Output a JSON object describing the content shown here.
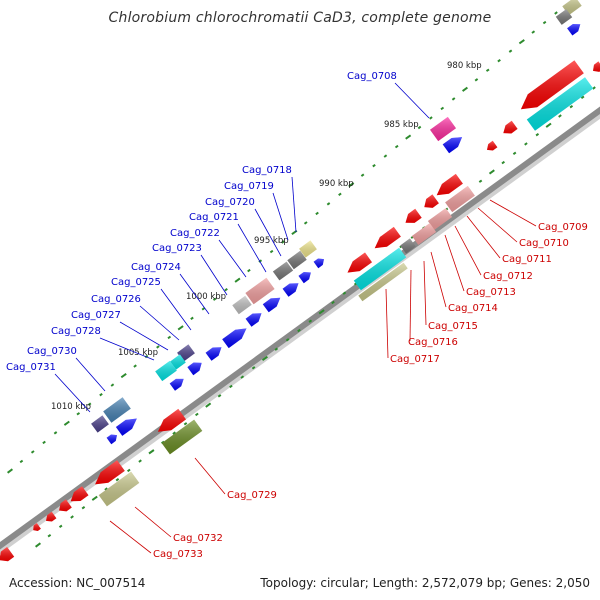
{
  "title": "Chlorobium chlorochromatii CaD3, complete genome",
  "footer": {
    "accession": "Accession: NC_007514",
    "summary": "Topology: circular; Length: 2,572,079 bp; Genes: 2,050"
  },
  "colors": {
    "backbone": "#8a8a8a",
    "red": "#ff0000",
    "blue": "#0000ff",
    "pink": "#f4a0a0",
    "cyan": "#00e5e5",
    "gray": "#777777",
    "lightgray": "#c0c0c0",
    "magenta": "#ff2aa0",
    "olive": "#c8c88a",
    "darkolive": "#6b8e23",
    "purple": "#4a3f8a",
    "steelblue": "#4682b4",
    "khaki": "#f0e68c",
    "label_blue": "#0000cc",
    "label_red": "#cc0000"
  },
  "scale_labels": [
    "980 kbp",
    "985 kbp",
    "990 kbp",
    "995 kbp",
    "1000 kbp",
    "1005 kbp",
    "1010 kbp"
  ],
  "gene_labels_top": [
    "Cag_0708",
    "Cag_0718",
    "Cag_0719",
    "Cag_0720",
    "Cag_0721",
    "Cag_0722",
    "Cag_0723",
    "Cag_0724",
    "Cag_0725",
    "Cag_0726",
    "Cag_0727",
    "Cag_0728",
    "Cag_0730",
    "Cag_0731"
  ],
  "gene_labels_bottom": [
    "Cag_0709",
    "Cag_0710",
    "Cag_0711",
    "Cag_0712",
    "Cag_0713",
    "Cag_0714",
    "Cag_0715",
    "Cag_0716",
    "Cag_0717",
    "Cag_0729",
    "Cag_0732",
    "Cag_0733"
  ]
}
